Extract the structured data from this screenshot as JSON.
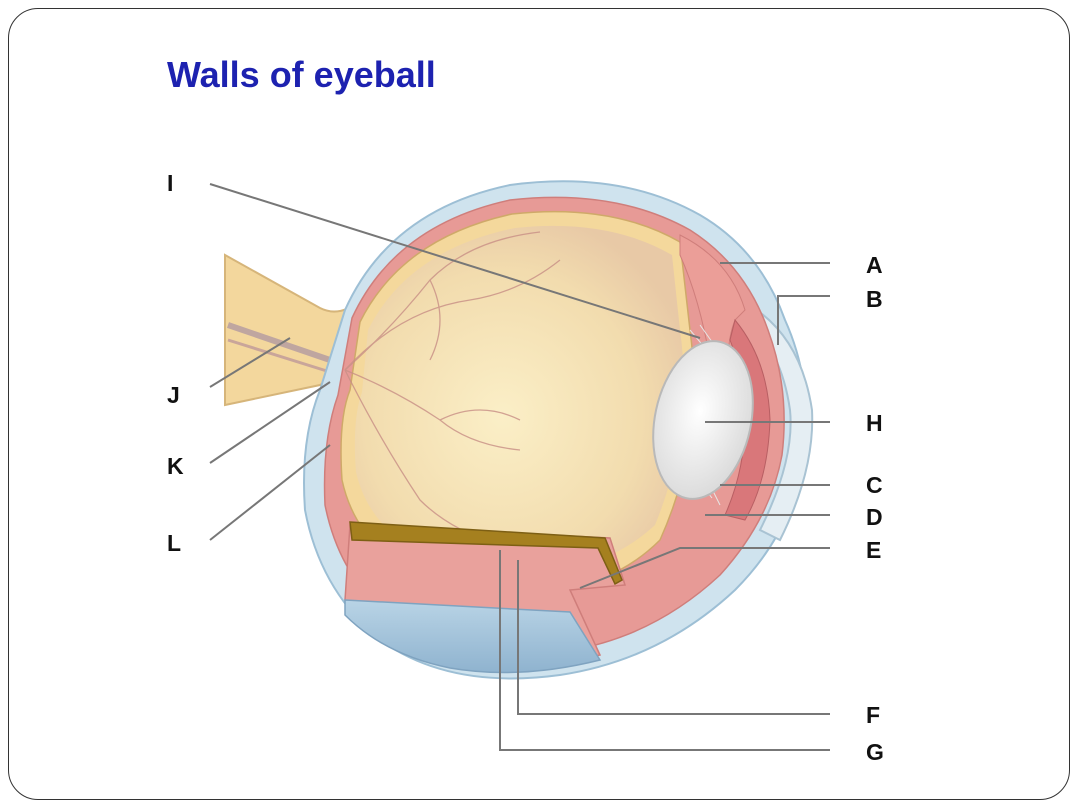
{
  "title": "Walls of eyeball",
  "labels": [
    "A",
    "B",
    "C",
    "D",
    "E",
    "F",
    "G",
    "H",
    "I",
    "J",
    "K",
    "L"
  ],
  "colors": {
    "title": "#1d22b0",
    "sclera": "#cfe3ee",
    "choroid": "#e79a96",
    "retina": "#f4d89c",
    "vitreous": "#f2e2b8",
    "lens": "#eeeeee",
    "leader_line": "#777777"
  }
}
